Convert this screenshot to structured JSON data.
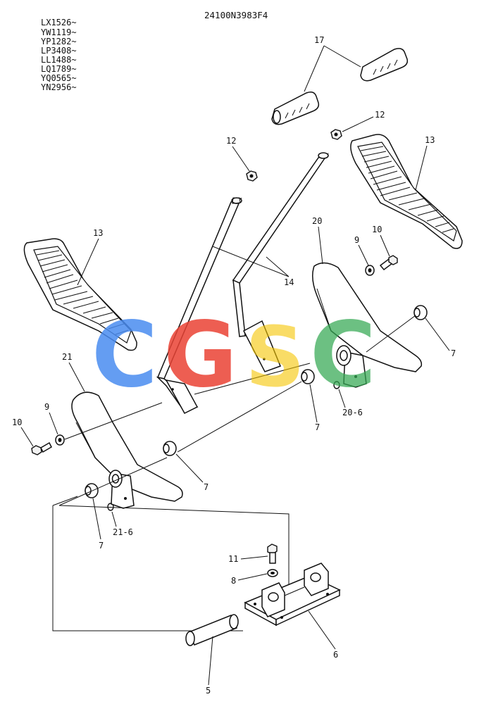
{
  "drawing_number": "24100N3983F4",
  "serial_ranges": [
    "LX1526~",
    "YW1119~",
    "YP1282~",
    "LP3408~",
    "LL1488~",
    "LQ1789~",
    "YQ0565~",
    "YN2956~"
  ],
  "watermark": {
    "text": [
      "C",
      "G",
      "S",
      "C"
    ],
    "colors": [
      "#4a8cf0",
      "#ea4335",
      "#f7c600",
      "#34a853"
    ]
  },
  "callouts": {
    "c5": "5",
    "c6": "6",
    "c7a": "7",
    "c7b": "7",
    "c7c": "7",
    "c7d": "7",
    "c8": "8",
    "c9a": "9",
    "c9b": "9",
    "c10a": "10",
    "c10b": "10",
    "c11": "11",
    "c12a": "12",
    "c12b": "12",
    "c13a": "13",
    "c13b": "13",
    "c14": "14",
    "c17": "17",
    "c20": "20",
    "c20_6": "20-6",
    "c21": "21",
    "c21_6": "21-6"
  }
}
